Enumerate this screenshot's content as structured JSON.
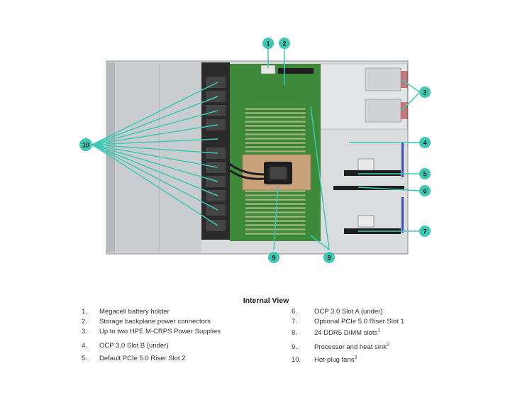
{
  "caption": "Internal View",
  "callout_numbers": [
    "1",
    "2",
    "3",
    "4",
    "5",
    "6",
    "7",
    "8",
    "9",
    "10"
  ],
  "legend": [
    {
      "num": "1.",
      "text": "Megacell battery holder",
      "sup": ""
    },
    {
      "num": "2.",
      "text": "Storage backplane power connectors",
      "sup": ""
    },
    {
      "num": "3.",
      "text": "Up to two HPE M-CRPS Power Supplies",
      "sup": ""
    },
    {
      "num": "4.",
      "text": "OCP 3.0 Slot B (under)",
      "sup": ""
    },
    {
      "num": "5.",
      "text": "Default PCIe 5.0 Riser Slot 2",
      "sup": ""
    },
    {
      "num": "6.",
      "text": "OCP 3.0 Slot A (under)",
      "sup": ""
    },
    {
      "num": "7.",
      "text": "Optional PCIe 5.0 Riser Slot 1",
      "sup": ""
    },
    {
      "num": "8.",
      "text": "24 DDR5 DIMM slots",
      "sup": "1"
    },
    {
      "num": "9.",
      "text": "Processor and heat sink",
      "sup": "2"
    },
    {
      "num": "10.",
      "text": "Hot-plug fans",
      "sup": "3"
    }
  ],
  "colors": {
    "callout": "#3ec8b4",
    "leader": "#3ec8b4",
    "board": "#3d8a3a",
    "chassis": "#cfd2d4",
    "dark": "#1e1e1e",
    "link": "#2a4fd6"
  }
}
